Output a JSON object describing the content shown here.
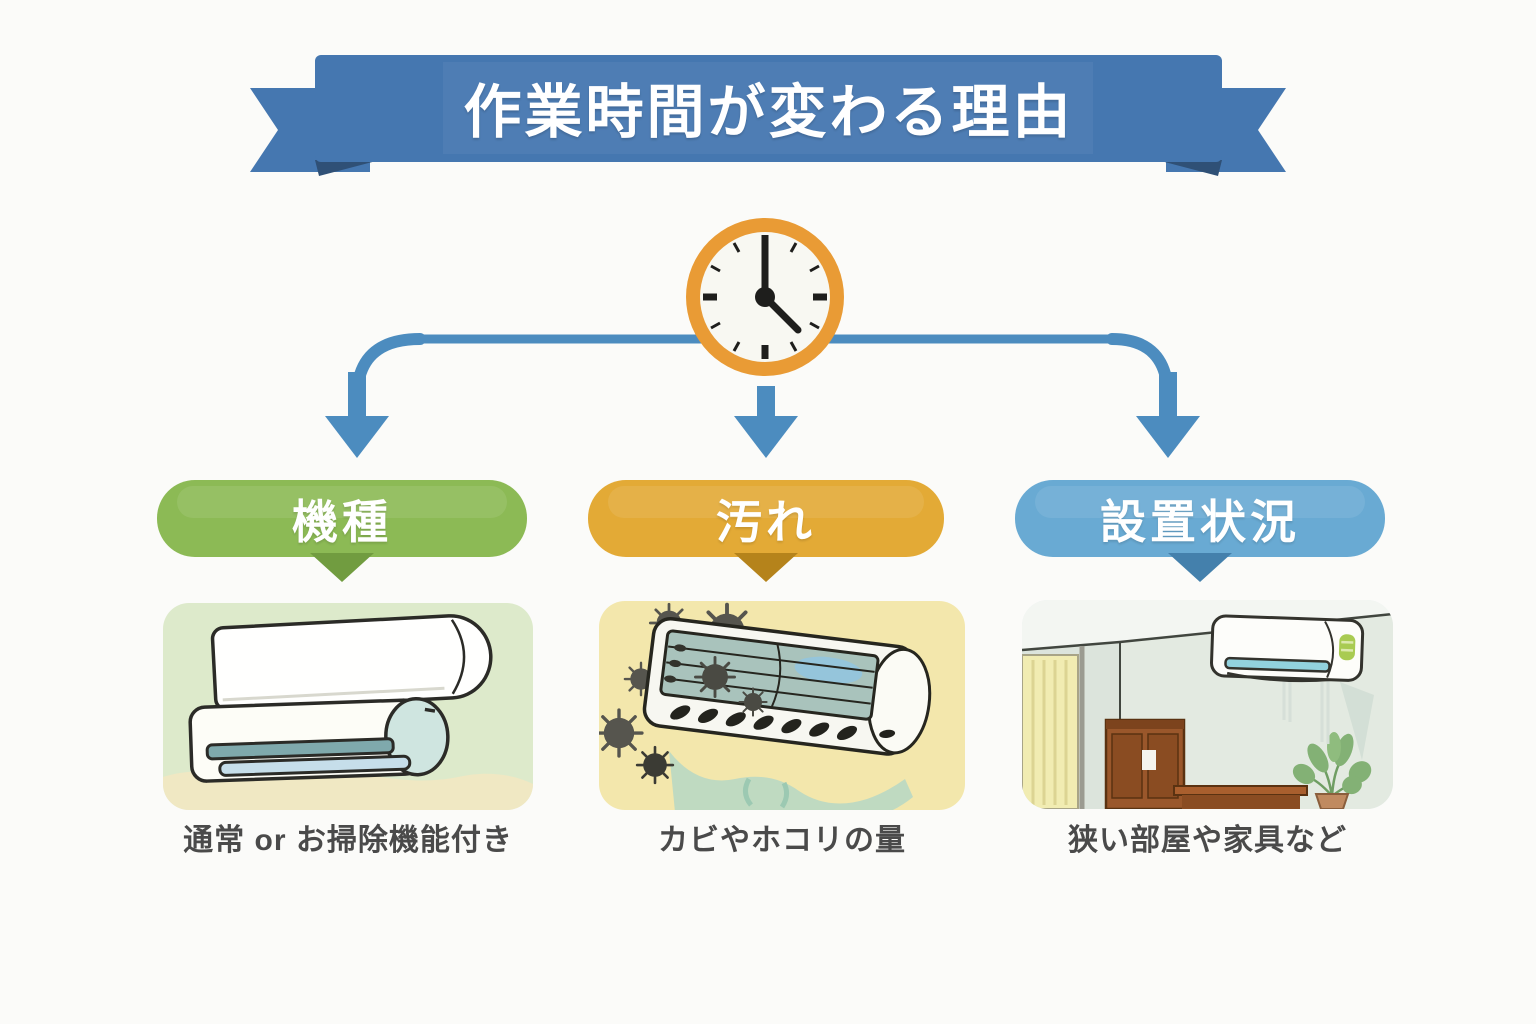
{
  "page": {
    "background_color": "#FBFBF9"
  },
  "banner": {
    "title": "作業時間が変わる理由",
    "ribbon_color": "#4577B0",
    "ribbon_fold_color": "#2F5076",
    "text_color": "#FFFFFF"
  },
  "clock": {
    "ring_color": "#E99B35",
    "face_color": "#F8F8F2",
    "hand_color": "#1E1E1C"
  },
  "connector": {
    "color": "#4C8CBF"
  },
  "caption_text_color": "#4A4A4A",
  "branches": [
    {
      "id": "model",
      "label": "機種",
      "caption": "通常 or お掃除機能付き",
      "pill_color": "#8CBA55",
      "tail_color": "#719C40",
      "panel_color": "#DDEACB",
      "illustration": "two-ac-units"
    },
    {
      "id": "dirt",
      "label": "汚れ",
      "caption": "カビやホコリの量",
      "pill_color": "#E3AA36",
      "tail_color": "#B5831B",
      "panel_color": "#F3E7AC",
      "illustration": "dirty-ac-unit"
    },
    {
      "id": "installation",
      "label": "設置状況",
      "caption": "狭い部屋や家具など",
      "pill_color": "#69AAD3",
      "tail_color": "#4480AC",
      "panel_color": "#E4EDF0",
      "illustration": "room-with-ac"
    }
  ]
}
